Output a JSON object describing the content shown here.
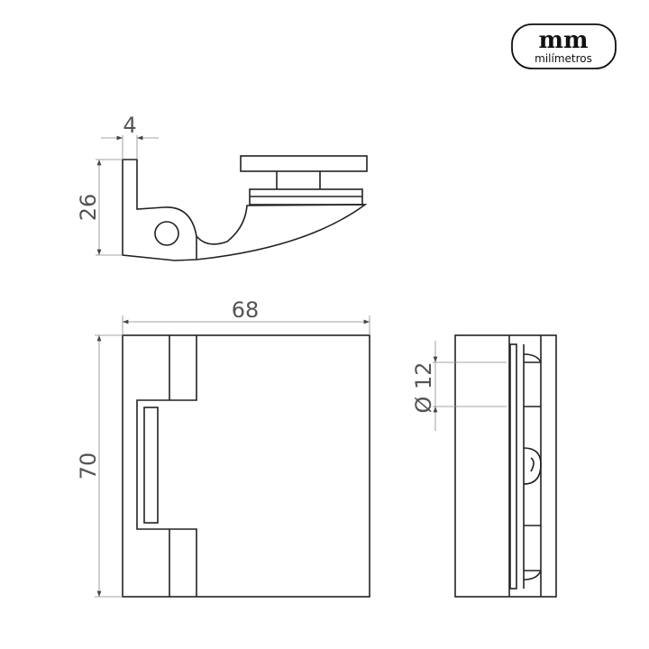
{
  "logo": {
    "mark": "mm",
    "name": "milímetros"
  },
  "dimensions": {
    "top_thickness": "4",
    "top_height": "26",
    "front_width": "68",
    "front_height": "70",
    "side_diameter": "Ø 12"
  },
  "colors": {
    "line": "#222222",
    "dimension": "#555555"
  }
}
